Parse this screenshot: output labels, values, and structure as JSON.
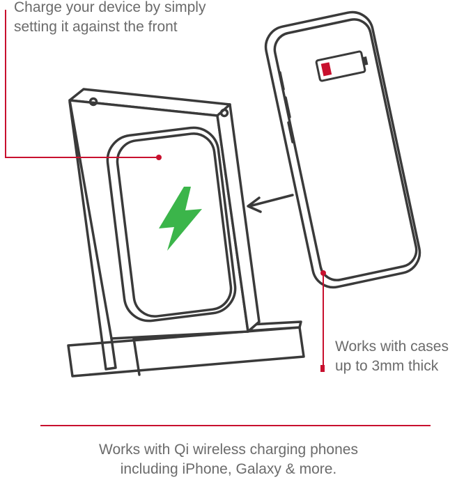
{
  "callouts": {
    "front": "Charge your device by simply setting it against the front",
    "cases": "Works with cases up to 3mm thick"
  },
  "footer": {
    "line1": "Works with Qi wireless charging phones",
    "line2": "including iPhone, Galaxy & more."
  },
  "colors": {
    "outline": "#3a3a3a",
    "accent_red": "#c8102e",
    "bolt_green": "#3bb54a",
    "text": "#6b6b6b"
  },
  "icons": {
    "charging": "lightning-bolt-icon",
    "battery": "low-battery-icon"
  }
}
